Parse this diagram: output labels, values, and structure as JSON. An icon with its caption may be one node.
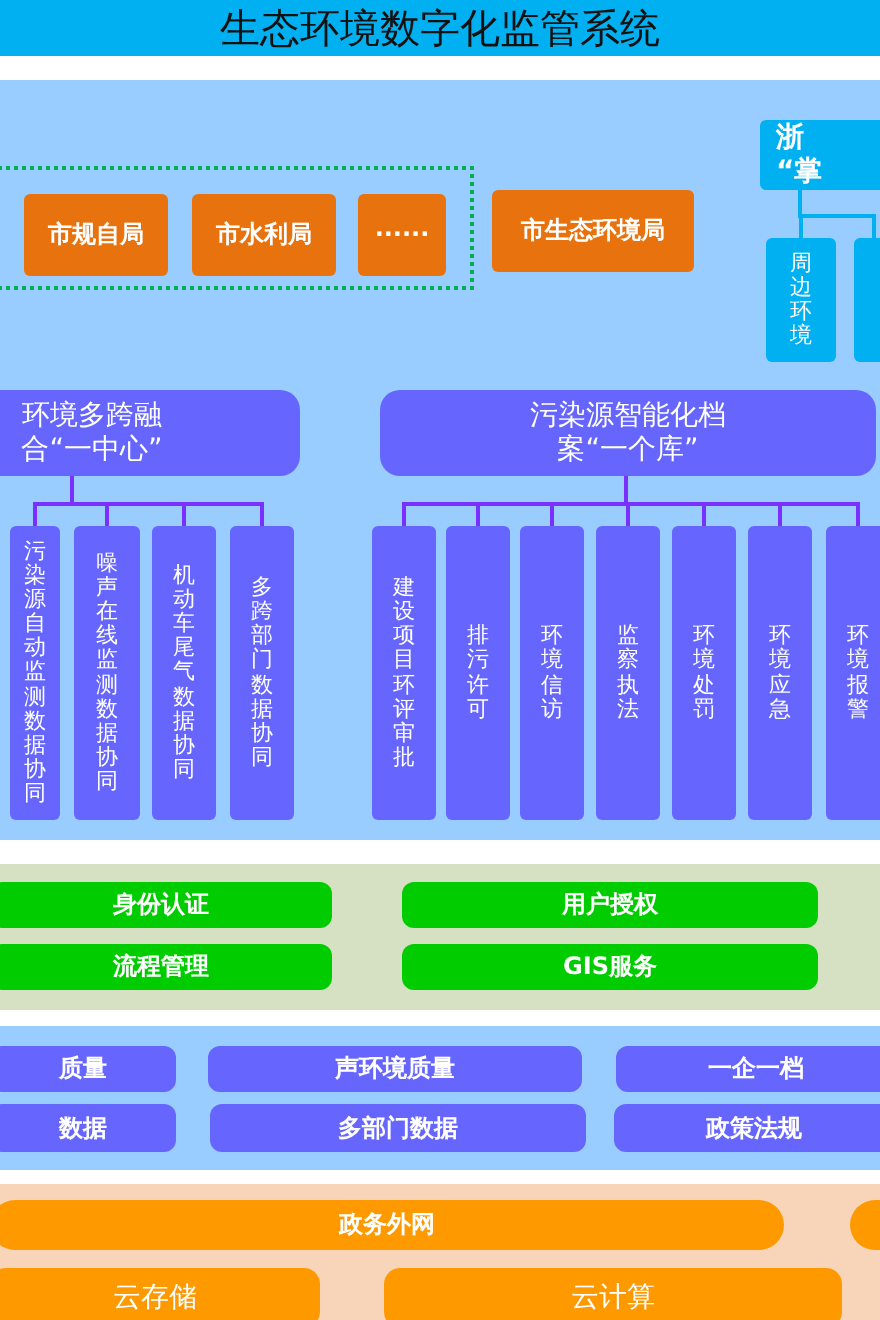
{
  "diagram": {
    "title": "生态环境数字化监管系统",
    "nodes": [
      {
        "text": [],
        "shape": "box"
      },
      {
        "text": [
          "市规自局"
        ],
        "in": 0
      },
      {
        "text": [
          "市水利局"
        ],
        "in": 0
      },
      {
        "text": [
          "······"
        ],
        "in": 0
      },
      {
        "text": [
          "市生态环境局"
        ]
      },
      {
        "text": [
          "浙",
          "“掌"
        ]
      },
      {
        "text": [
          "周边环境"
        ]
      },
      {
        "text": [],
        "shape": "box"
      },
      {
        "text": [
          "环境多跨融合“一中心”"
        ]
      },
      {
        "text": [
          "污染源自动监测数据协同"
        ]
      },
      {
        "text": [
          "噪声在线监测数据协同"
        ]
      },
      {
        "text": [
          "机动车尾气数据协同"
        ]
      },
      {
        "text": [
          "多跨部门数据协同"
        ]
      },
      {
        "text": [
          "污染源智能化档案“一个库”"
        ]
      },
      {
        "text": [
          "建设项目环评审批"
        ]
      },
      {
        "text": [
          "排污许可"
        ]
      },
      {
        "text": [
          "环境信访"
        ]
      },
      {
        "text": [
          "监察执法"
        ]
      },
      {
        "text": [
          "环境处罚"
        ]
      },
      {
        "text": [
          "环境应急"
        ]
      },
      {
        "text": [
          "环境报警"
        ]
      },
      {
        "text": [
          "身份认证"
        ]
      },
      {
        "text": [
          "用户授权"
        ]
      },
      {
        "text": [
          "流程管理"
        ]
      },
      {
        "text": [
          "GIS服务"
        ]
      },
      {
        "text": [
          "质量"
        ]
      },
      {
        "text": [
          "声环境质量"
        ]
      },
      {
        "text": [
          "一企一档"
        ]
      },
      {
        "text": [
          "数据"
        ]
      },
      {
        "text": [
          "多部门数据"
        ]
      },
      {
        "text": [
          "政策法规"
        ]
      },
      {
        "text": [
          "政务外网"
        ]
      },
      {
        "text": [],
        "shape": "box"
      },
      {
        "text": [
          "云存储"
        ]
      },
      {
        "text": [
          "云计算"
        ]
      }
    ],
    "edges": [
      {
        "from": 5,
        "to": 6,
        "arrow": "none",
        "color": "#00b0f0"
      },
      {
        "from": 5,
        "to": 7,
        "arrow": "none",
        "color": "#00b0f0"
      },
      {
        "from": 8,
        "to": 9,
        "arrow": "none"
      },
      {
        "from": 8,
        "to": 10,
        "arrow": "none"
      },
      {
        "from": 8,
        "to": 11,
        "arrow": "none"
      },
      {
        "from": 8,
        "to": 12,
        "arrow": "none"
      },
      {
        "from": 13,
        "to": 14,
        "arrow": "none"
      },
      {
        "from": 13,
        "to": 15,
        "arrow": "none"
      },
      {
        "from": 13,
        "to": 16,
        "arrow": "none"
      },
      {
        "from": 13,
        "to": 17,
        "arrow": "none"
      },
      {
        "from": 13,
        "to": 18,
        "arrow": "none"
      },
      {
        "from": 13,
        "to": 19,
        "arrow": "none"
      },
      {
        "from": 13,
        "to": 20,
        "arrow": "none"
      }
    ]
  }
}
